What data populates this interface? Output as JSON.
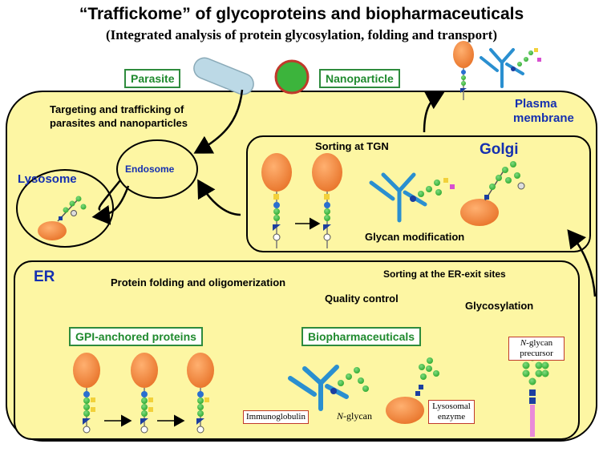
{
  "title": "“Traffickome” of glycoproteins and biopharmaceuticals",
  "subtitle": "(Integrated analysis of protein glycosylation, folding and transport)",
  "labels": {
    "parasite": "Parasite",
    "nanoparticle": "Nanoparticle",
    "targeting": "Targeting and trafficking of",
    "targeting2": "parasites and nanoparticles",
    "plasma_membrane": "Plasma",
    "plasma_membrane2": "membrane",
    "endosome": "Endosome",
    "lysosome": "Lysosome",
    "golgi": "Golgi",
    "sorting_tgn": "Sorting at TGN",
    "glycan_modification": "Glycan modification",
    "er": "ER",
    "protein_folding": "Protein folding and oligomerization",
    "sorting_er_exit": "Sorting at the ER-exit sites",
    "quality_control": "Quality control",
    "glycosylation": "Glycosylation",
    "gpi_anchored": "GPI-anchored proteins",
    "biopharmaceuticals": "Biopharmaceuticals",
    "immunoglobulin": "Immunoglobulin",
    "n_glycan_n": "N",
    "n_glycan_rest": "-glycan",
    "lysosomal_enzyme": "Lysosomal",
    "lysosomal_enzyme2": "enzyme",
    "n_glycan_precursor_n": "N",
    "n_glycan_precursor_rest": "-glycan",
    "n_glycan_precursor2": "precursor"
  },
  "colors": {
    "cell_fill": "#fdf6a3",
    "protein_orange": "#f08a3c",
    "antibody_blue": "#2a8fd0",
    "glycan_green": "#3cb43c",
    "blue_text": "#1530b0",
    "label_green": "#1f8a2e"
  }
}
